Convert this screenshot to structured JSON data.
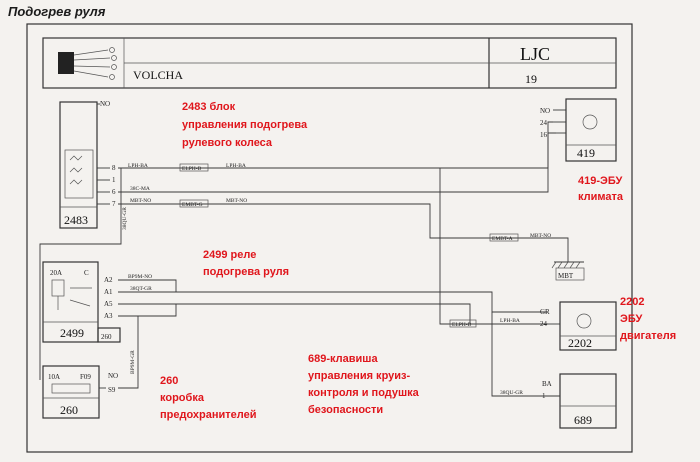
{
  "page_title": "Подогрев руля",
  "header": {
    "name": "VOLCHA",
    "code": "LJC",
    "page": "19"
  },
  "components": {
    "c2483": {
      "id": "2483",
      "pins": [
        "NO",
        "8",
        "1",
        "6",
        "7"
      ]
    },
    "c2499": {
      "id": "2499",
      "fuse": "20A",
      "c": "C",
      "pins": [
        "A2",
        "A1",
        "A5",
        "A3"
      ]
    },
    "c260_small": {
      "id": "260"
    },
    "c260": {
      "id": "260",
      "fuse": "10A",
      "slot": "F09",
      "pins": [
        "NO",
        "S9"
      ]
    },
    "c419": {
      "id": "419",
      "pins": [
        "NO",
        "24",
        "16"
      ]
    },
    "c2202": {
      "id": "2202",
      "pins": [
        "GR",
        "24"
      ]
    },
    "c689": {
      "id": "689",
      "pins": [
        "BA",
        "1"
      ]
    },
    "ground": {
      "id": "MBT"
    }
  },
  "wires": {
    "lph_ba": "LPH-BA",
    "c38_ma": "38C-MA",
    "mbt_no": "MBT-NO",
    "bp9m_no": "BP9M-NO",
    "c38qt_gr": "38QT-GR",
    "c38qu_gr": "38QU-GR",
    "bp9m_gr": "BP9M-GR",
    "conn_lph": "ELPH-B",
    "conn_mbt": "EMBT-G",
    "conn_mbt2": "EMBT-A"
  },
  "annotations": {
    "a2483": [
      "2483 блок",
      "управления подогрева",
      "рулевого колеса"
    ],
    "a2499": [
      "2499 реле",
      "подогрева руля"
    ],
    "a260": [
      "260",
      "коробка",
      "предохранителей"
    ],
    "a689": [
      "689-клавиша",
      "управления круиз-",
      "контроля и подушка",
      "безопасности"
    ],
    "a419": [
      "419-ЭБУ",
      "климата"
    ],
    "a2202": [
      "2202",
      "ЭБУ",
      "двигателя"
    ]
  }
}
